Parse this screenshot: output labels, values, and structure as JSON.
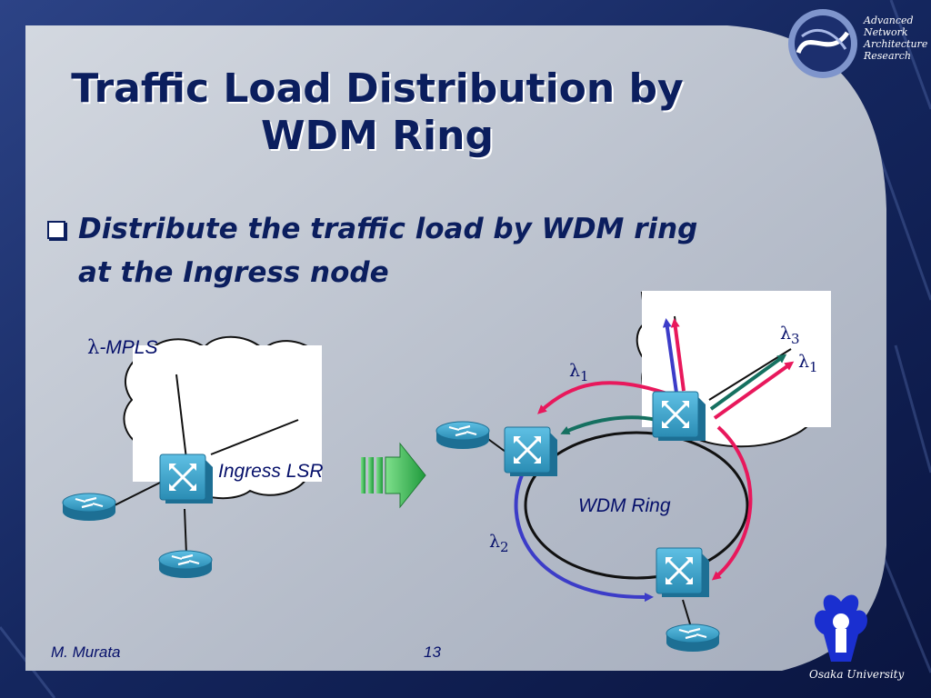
{
  "slide": {
    "title_line1": "Traffic Load Distribution by",
    "title_line2": "WDM Ring",
    "bullet_line1": "Distribute the traffic load by WDM ring",
    "bullet_line2": "at the Ingress node"
  },
  "left_diagram": {
    "network_label": "-MPLS",
    "lambda_symbol": "λ",
    "router_label": "Ingress LSR"
  },
  "right_diagram": {
    "ring_label": "WDM Ring",
    "wavelengths": [
      {
        "symbol": "λ",
        "subscript": "3"
      },
      {
        "symbol": "λ",
        "subscript": "1"
      },
      {
        "symbol": "λ",
        "subscript": "1"
      },
      {
        "symbol": "λ",
        "subscript": "2"
      }
    ]
  },
  "footer": {
    "author": "M. Murata",
    "page_number": "13"
  },
  "branding": {
    "lab_line1": "Advanced",
    "lab_line2": "Network",
    "lab_line3": "Architecture",
    "lab_line4": "Research",
    "university": "Osaka University"
  },
  "colors": {
    "background": "#1a2f6e",
    "panel": "#b8c0cc",
    "text": "#0b1e5e",
    "router": "#2f8fb8",
    "lambda1": "#e8185c",
    "lambda2": "#3c3cc8",
    "lambda3": "#157060",
    "arrow": "#2aa84a"
  }
}
